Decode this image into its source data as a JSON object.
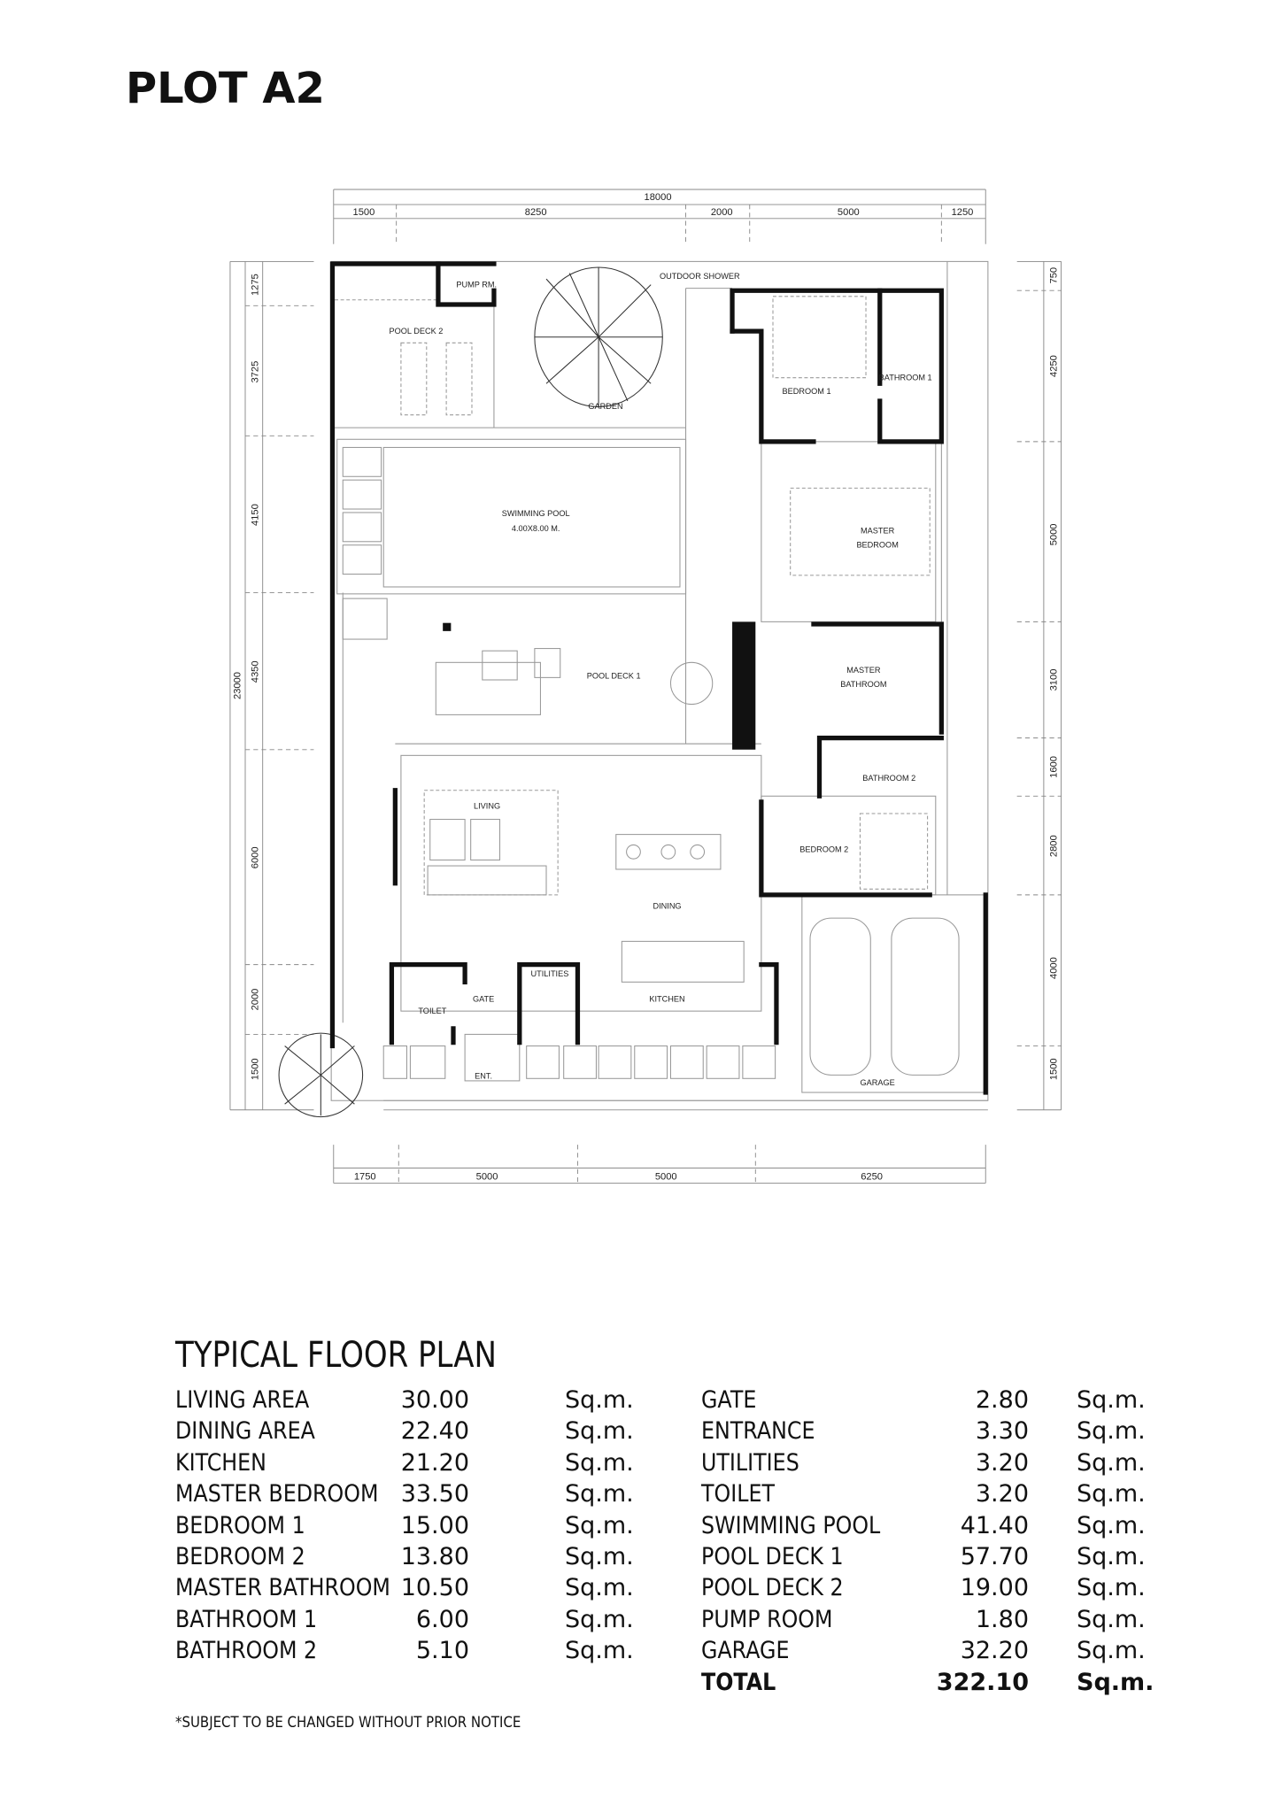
{
  "title": "PLOT A2",
  "plan": {
    "dims_top_total": "18000",
    "dims_top": [
      "1500",
      "8250",
      "2000",
      "5000",
      "1250"
    ],
    "dims_bottom": [
      "1750",
      "5000",
      "5000",
      "6250"
    ],
    "dims_left_total": "23000",
    "dims_left": [
      "1275",
      "3725",
      "4150",
      "4350",
      "6000",
      "2000",
      "1500"
    ],
    "dims_right": [
      "750",
      "4250",
      "5000",
      "3100",
      "1600",
      "2800",
      "4000",
      "1500"
    ],
    "labels": {
      "pump_room": "PUMP RM.",
      "outdoor_shower": "OUTDOOR SHOWER",
      "pool_deck_2": "POOL DECK 2",
      "garden": "GARDEN",
      "bedroom_1": "BEDROOM 1",
      "bathroom_1": "BATHROOM 1",
      "swimming_pool": "SWIMMING POOL",
      "pool_size": "4.00X8.00 M.",
      "master_bedroom_1": "MASTER",
      "master_bedroom_2": "BEDROOM",
      "pool_deck_1": "POOL DECK 1",
      "master_bathroom_1": "MASTER",
      "master_bathroom_2": "BATHROOM",
      "bathroom_2": "BATHROOM 2",
      "living": "LIVING",
      "bedroom_2": "BEDROOM 2",
      "dining": "DINING",
      "gate": "GATE",
      "utilities": "UTILITIES",
      "kitchen": "KITCHEN",
      "toilet": "TOILET",
      "entrance": "ENT.",
      "garage": "GARAGE"
    }
  },
  "areas": {
    "heading": "TYPICAL FLOOR PLAN",
    "unit": "Sq.m.",
    "left": [
      {
        "name": "LIVING AREA",
        "value": "30.00"
      },
      {
        "name": "DINING AREA",
        "value": "22.40"
      },
      {
        "name": "KITCHEN",
        "value": "21.20"
      },
      {
        "name": "MASTER BEDROOM",
        "value": "33.50"
      },
      {
        "name": "BEDROOM 1",
        "value": "15.00"
      },
      {
        "name": "BEDROOM 2",
        "value": "13.80"
      },
      {
        "name": "MASTER BATHROOM",
        "value": "10.50"
      },
      {
        "name": "BATHROOM 1",
        "value": "6.00"
      },
      {
        "name": "BATHROOM 2",
        "value": "5.10"
      }
    ],
    "right": [
      {
        "name": "GATE",
        "value": "2.80"
      },
      {
        "name": "ENTRANCE",
        "value": "3.30"
      },
      {
        "name": "UTILITIES",
        "value": "3.20"
      },
      {
        "name": "TOILET",
        "value": "3.20"
      },
      {
        "name": "SWIMMING POOL",
        "value": "41.40"
      },
      {
        "name": "POOL DECK 1",
        "value": "57.70"
      },
      {
        "name": "POOL DECK 2",
        "value": "19.00"
      },
      {
        "name": "PUMP ROOM",
        "value": "1.80"
      },
      {
        "name": "GARAGE",
        "value": "32.20"
      }
    ],
    "total": {
      "name": "TOTAL",
      "value": "322.10"
    }
  },
  "note": "*SUBJECT TO BE CHANGED WITHOUT PRIOR NOTICE"
}
